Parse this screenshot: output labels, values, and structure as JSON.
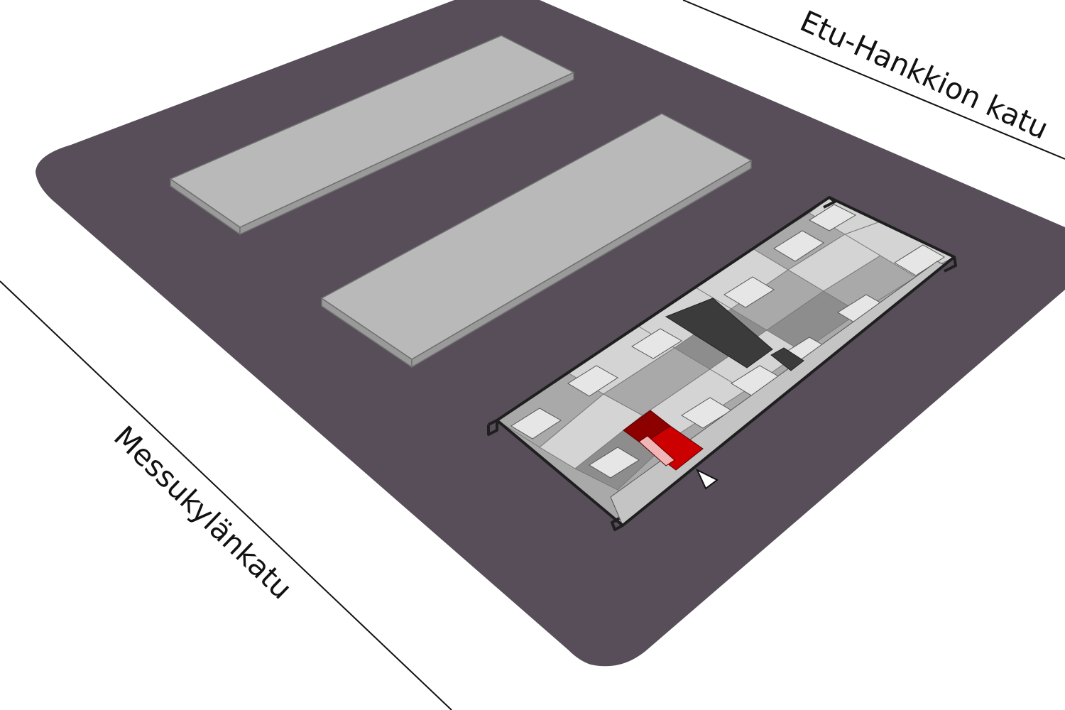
{
  "streets": {
    "top_right": "Etu-Hankkion katu",
    "left": "Messukylänkatu"
  },
  "colors": {
    "background": "#ffffff",
    "plot": "#574e59",
    "building_top": "#b9b9b9",
    "building_side": "#9a9a9a",
    "building_outline": "#6f6f6f",
    "street_line": "#111111",
    "plan_outline": "#1f1f1f",
    "room_light": "#d4d4d4",
    "room_mid": "#a9a9a9",
    "room_dark": "#8d8d8d",
    "stairwell": "#3b3b3b",
    "highlight_apartment": "#cc0000",
    "highlight_apartment_dark": "#8c0000",
    "marker": "#111111"
  },
  "map": {
    "highlighted_unit": "selected-apartment",
    "view_marker": "view-direction-marker"
  }
}
